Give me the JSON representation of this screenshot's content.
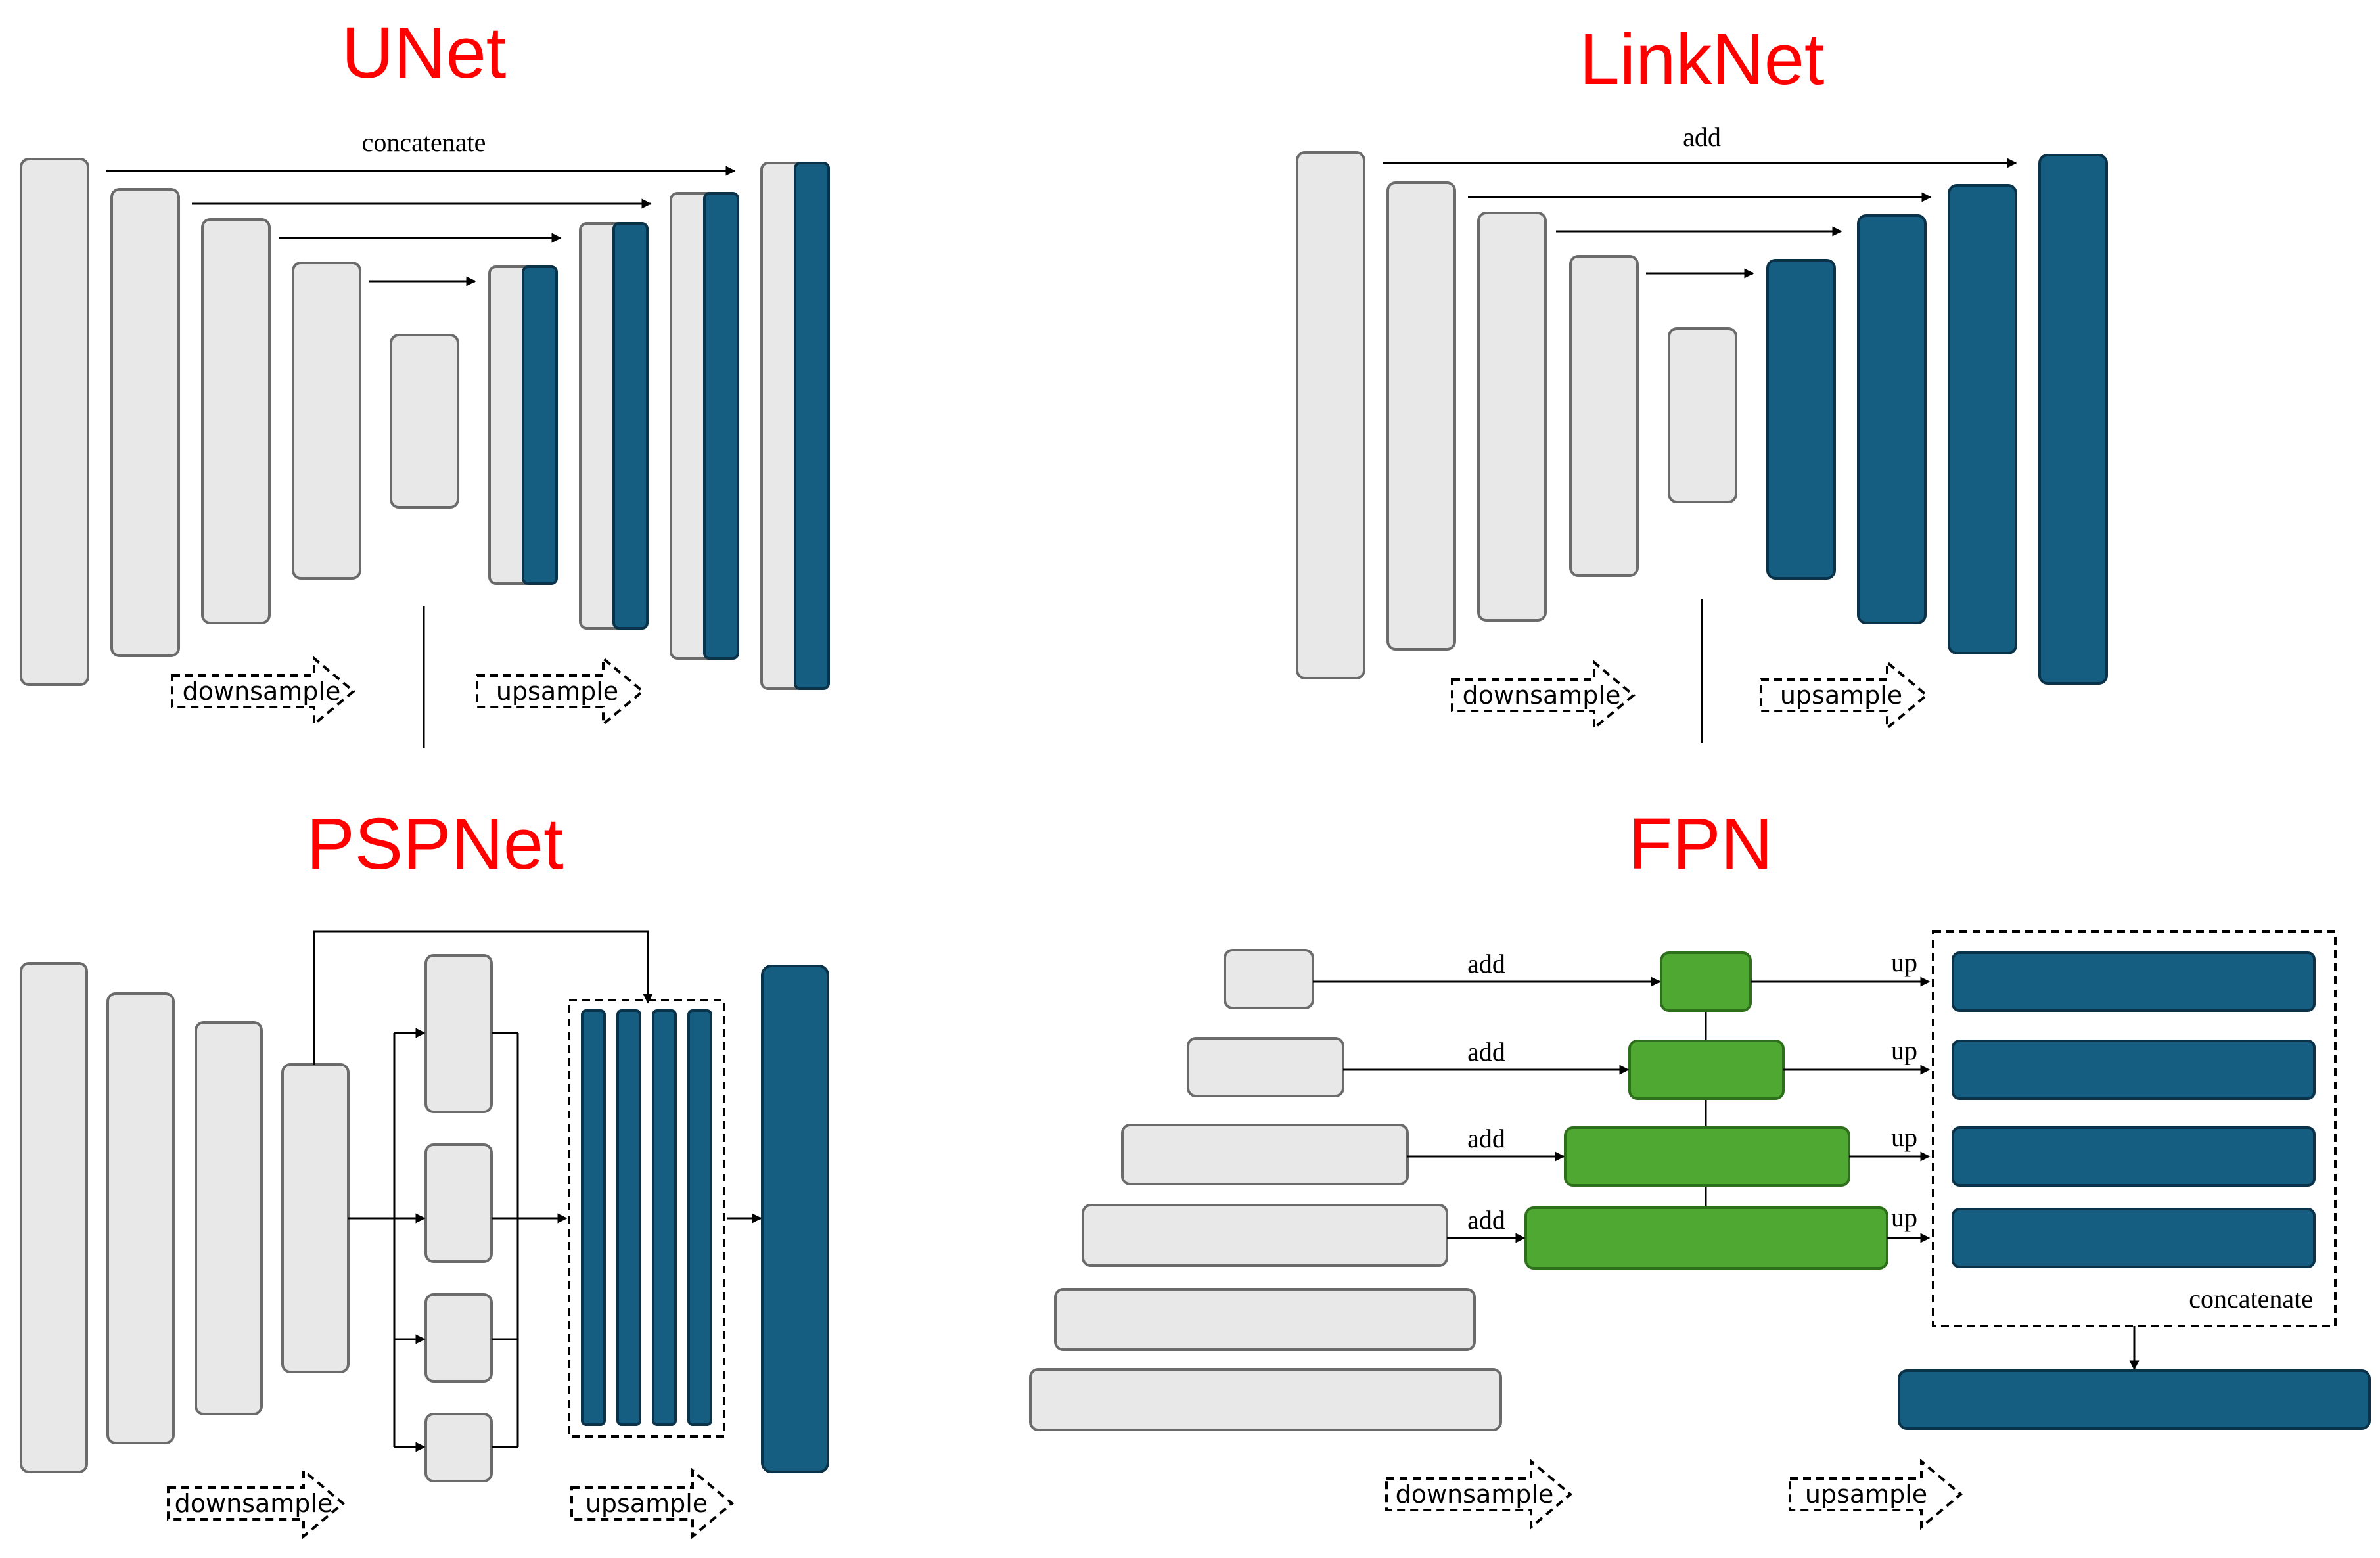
{
  "colors": {
    "title": "#ff0000",
    "encoder_fill": "#e8e8e8",
    "encoder_stroke": "#6b6b6b",
    "decoder_fill": "#155e82",
    "fpn_green": "#4ea832",
    "line": "#000000"
  },
  "unet": {
    "title": "UNet",
    "skip_label": "concatenate",
    "down_label": "downsample",
    "up_label": "upsample"
  },
  "linknet": {
    "title": "LinkNet",
    "skip_label": "add",
    "down_label": "downsample",
    "up_label": "upsample"
  },
  "pspnet": {
    "title": "PSPNet",
    "down_label": "downsample",
    "up_label": "upsample"
  },
  "fpn": {
    "title": "FPN",
    "add_labels": [
      "add",
      "add",
      "add",
      "add"
    ],
    "up_labels": [
      "up",
      "up",
      "up",
      "up"
    ],
    "concat_label": "concatenate",
    "down_label": "downsample",
    "up_label": "upsample"
  }
}
